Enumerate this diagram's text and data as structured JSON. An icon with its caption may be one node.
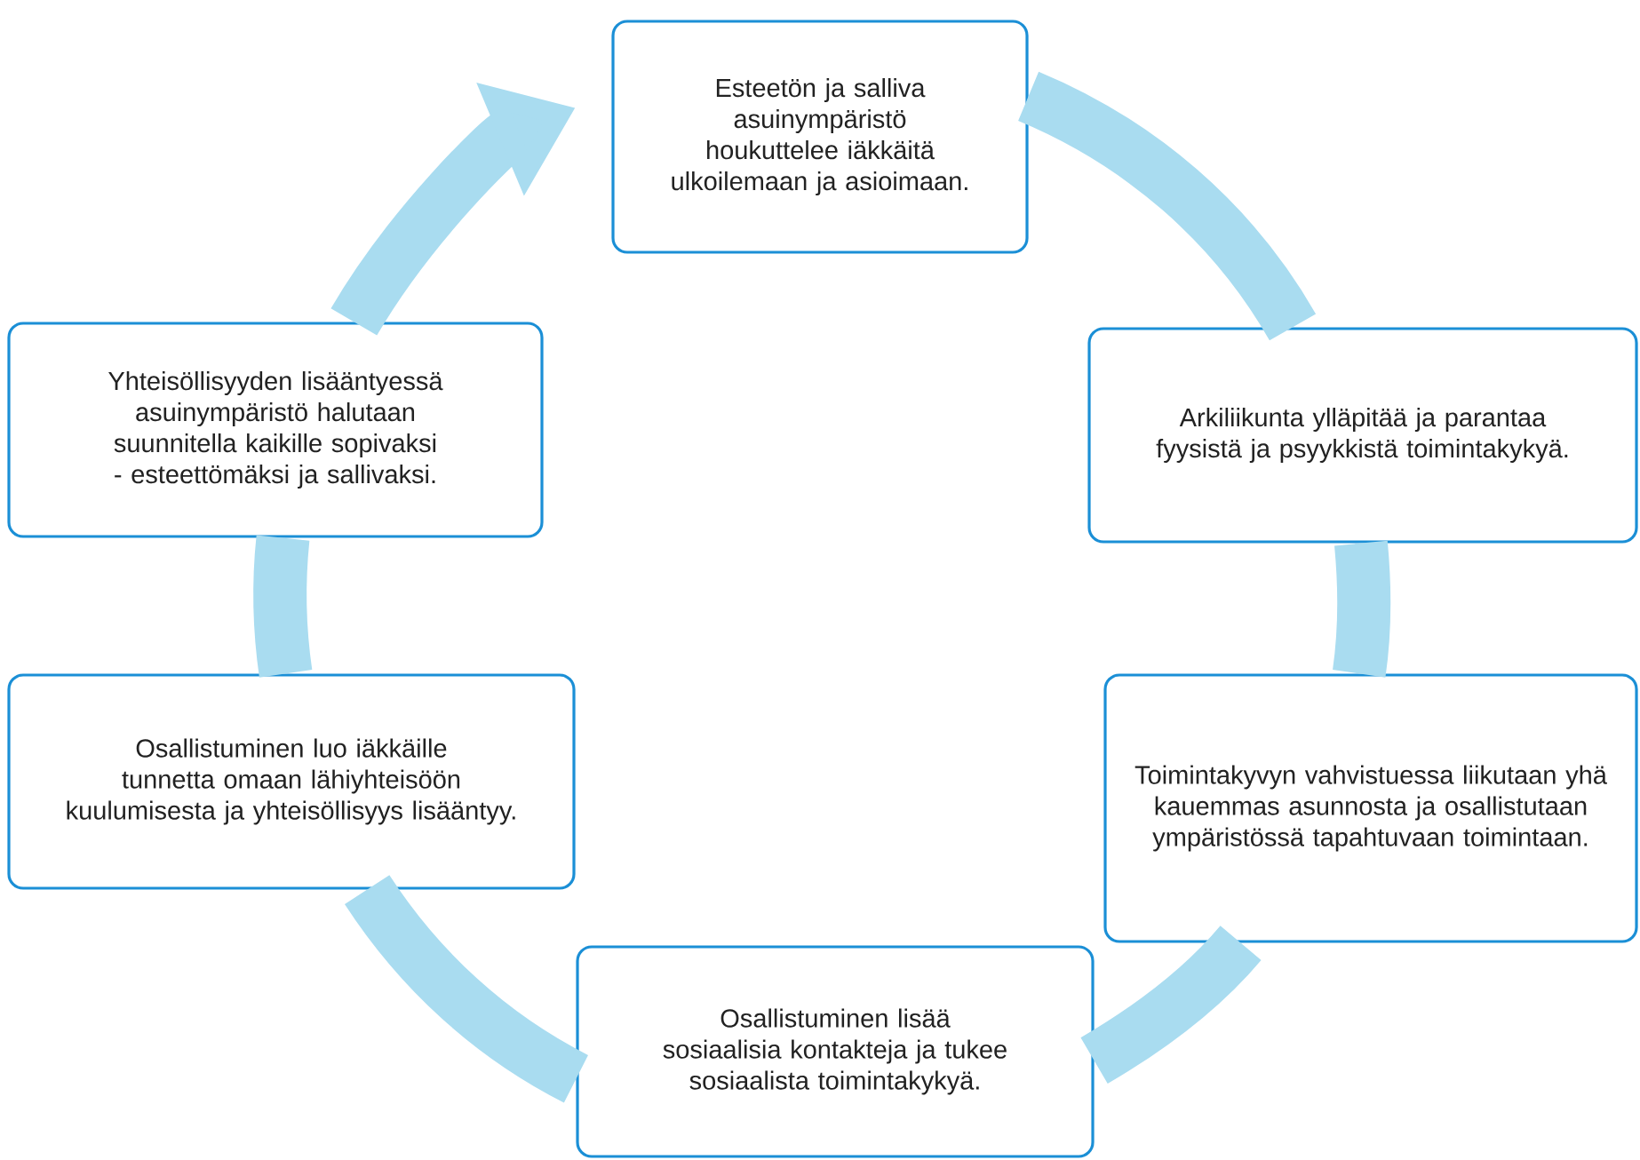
{
  "diagram": {
    "nodes": [
      {
        "text": [
          "Esteetön ja salliva asuinympäristö houkuttelee iäkkäitä ulkoilemaan ja asioimaan."
        ]
      },
      {
        "text": [
          "Arkiliikunta ylläpitää ja parantaa fyysistä ja psyykkistä toimintakykyä."
        ]
      },
      {
        "text": [
          "Toimintakyvyn vahvistuessa liikutaan yhä kauemmas asunnosta ja osallistutaan ympäristössä tapahtuvaan toimintaan."
        ]
      },
      {
        "text": [
          "Osallistuminen lisää sosiaalisia kontakteja ja tukee sosiaalista toimintakykyä."
        ]
      },
      {
        "text": [
          "Osallistuminen luo iäkkäille tunnetta omaan lähiyhteisöön kuulumisesta ja yhteisöllisyys lisääntyy."
        ]
      },
      {
        "text": [
          "Yhteisöllisyyden lisääntyessä asuinympäristö halutaan suunnitella kaikille sopivaksi - esteettömäksi ja sallivaksi."
        ]
      }
    ],
    "edges": [
      {
        "from": 0,
        "to": 1,
        "arrow": "none"
      },
      {
        "from": 1,
        "to": 2,
        "arrow": "none"
      },
      {
        "from": 2,
        "to": 3,
        "arrow": "none"
      },
      {
        "from": 3,
        "to": 4,
        "arrow": "none"
      },
      {
        "from": 4,
        "to": 5,
        "arrow": "none"
      },
      {
        "from": 5,
        "to": 0,
        "arrow": "to"
      }
    ]
  }
}
